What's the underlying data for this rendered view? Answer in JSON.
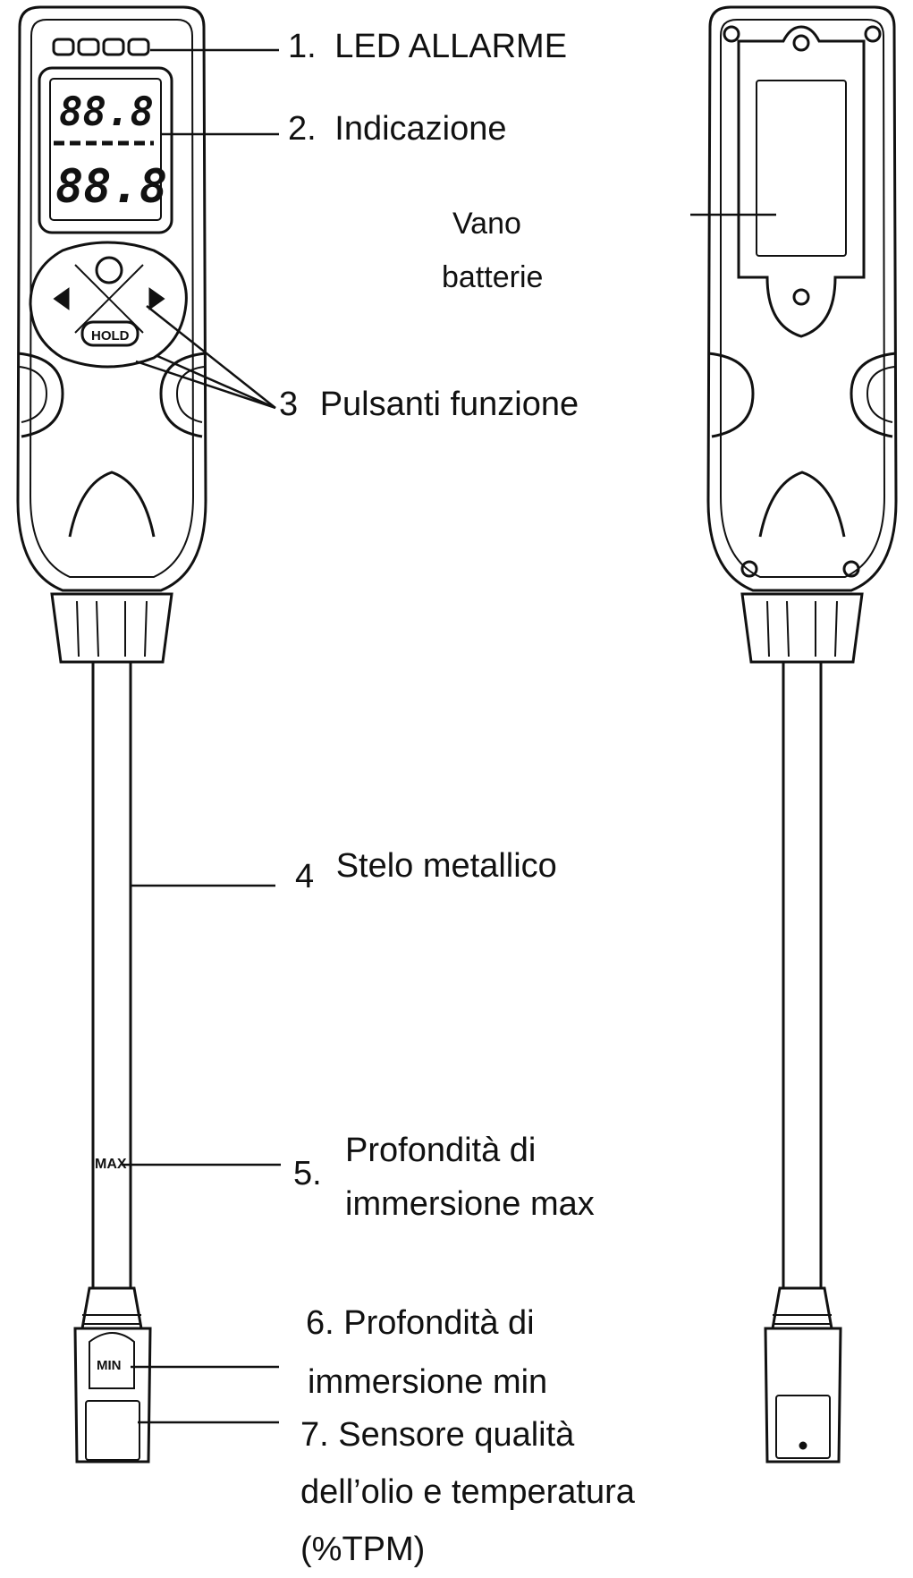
{
  "labels": {
    "led": {
      "num": "1.",
      "text": "LED ALLARME"
    },
    "display": {
      "num": "2.",
      "text": "Indicazione"
    },
    "battery": {
      "line1": "Vano",
      "line2": "batterie"
    },
    "buttons": {
      "num": "3",
      "text": "Pulsanti funzione"
    },
    "shaft": {
      "num": "4",
      "text": "Stelo metallico"
    },
    "max_depth": {
      "num": "5.",
      "line1": "Profondità di",
      "line2": "immersione max"
    },
    "min_depth": {
      "line1": "6.  Profondità di",
      "line2": "immersione min"
    },
    "sensor": {
      "line1": "7.  Sensore qualità",
      "line2": "dell’olio e temperatura",
      "line3": "(%TPM)"
    }
  },
  "device_marks": {
    "lcd_top_digits": "88.8",
    "lcd_bottom_digits": "88.8",
    "hold_button": "HOLD",
    "max_mark": "MAX",
    "min_mark": "MIN"
  },
  "colors": {
    "line": "#111111",
    "background": "#ffffff"
  }
}
